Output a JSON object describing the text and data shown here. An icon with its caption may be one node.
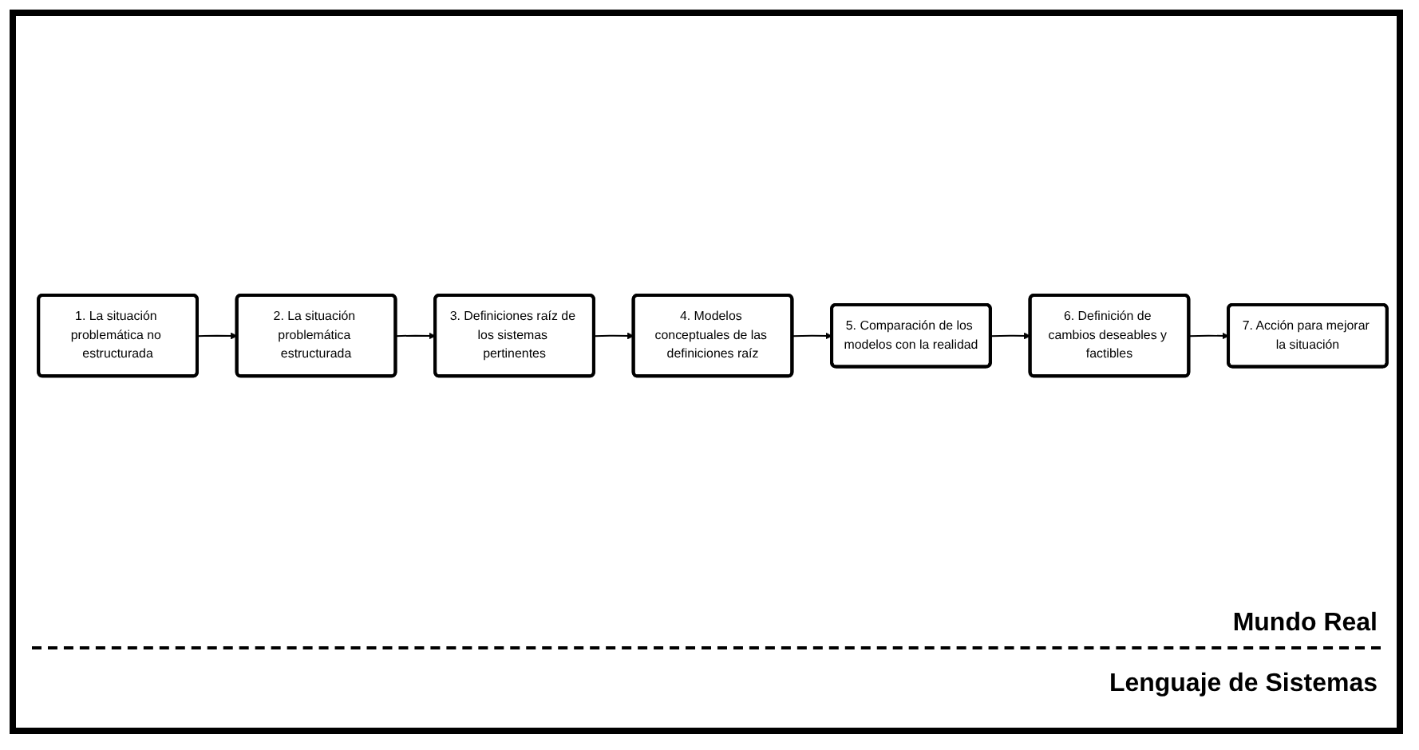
{
  "diagram": {
    "nodes": [
      {
        "text": [
          "1. La situación problemática no estructurada"
        ]
      },
      {
        "text": [
          "2. La situación problemática estructurada"
        ]
      },
      {
        "text": [
          "3. Definiciones raíz de los sistemas pertinentes"
        ]
      },
      {
        "text": [
          "4. Modelos conceptuales de las definiciones raíz"
        ]
      },
      {
        "text": [
          "5. Comparación de los modelos con la realidad"
        ]
      },
      {
        "text": [
          "6. Definición de cambios deseables y factibles"
        ]
      },
      {
        "text": [
          "7. Acción para mejorar la situación"
        ]
      }
    ],
    "edges": [
      {
        "from": 0,
        "to": 1,
        "arrow": "to"
      },
      {
        "from": 1,
        "to": 2,
        "arrow": "to"
      },
      {
        "from": 2,
        "to": 3,
        "arrow": "to"
      },
      {
        "from": 3,
        "to": 4,
        "arrow": "to"
      },
      {
        "from": 4,
        "to": 5,
        "arrow": "to"
      },
      {
        "from": 5,
        "to": 6,
        "arrow": "to"
      }
    ],
    "labels": [
      "Mundo Real",
      "Lenguaje de Sistemas"
    ]
  }
}
